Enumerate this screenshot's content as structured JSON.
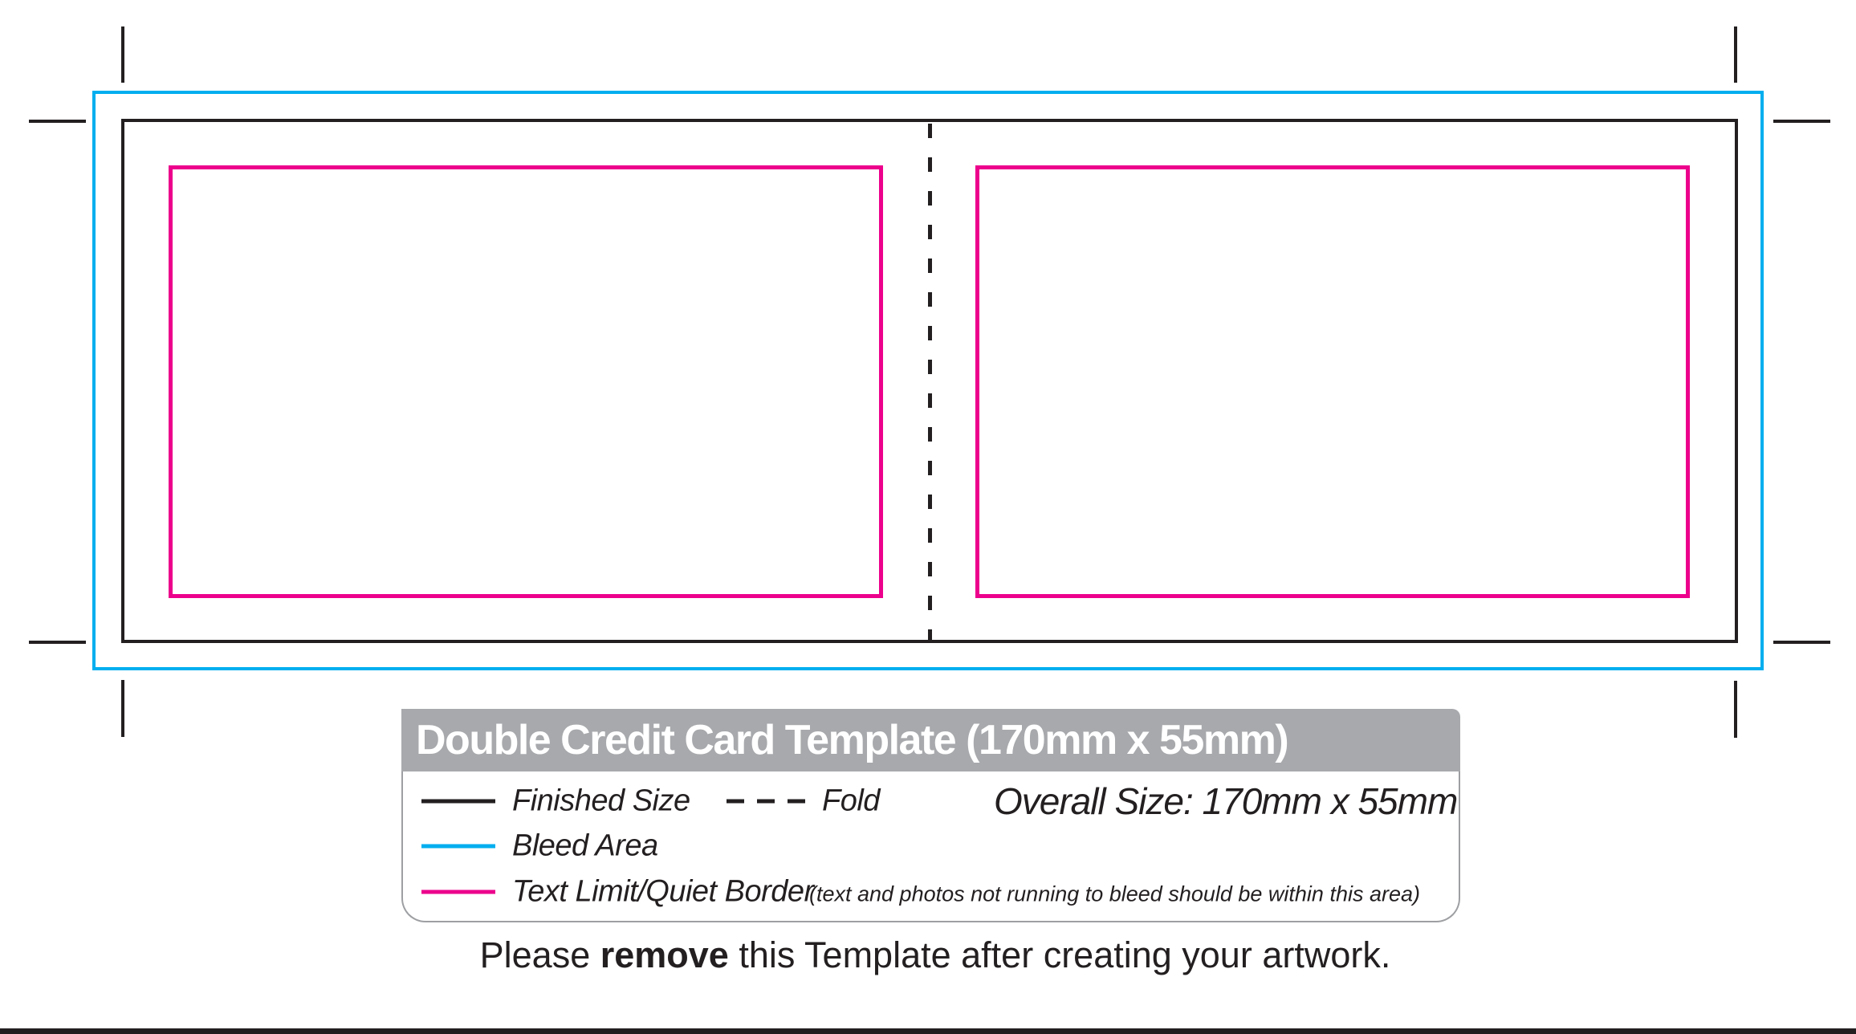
{
  "template": {
    "title": "Double Credit Card Template (170mm x 55mm)",
    "legend": {
      "finished_size": "Finished Size",
      "fold": "Fold",
      "overall_size": "Overall Size: 170mm x 55mm",
      "bleed_area": "Bleed Area",
      "text_limit": "Text Limit/Quiet Border",
      "text_limit_note": "(text and photos not running to bleed should be within this area)"
    },
    "footer": {
      "prefix": "Please ",
      "emphasis": "remove",
      "suffix": " this Template after creating your artwork."
    },
    "colors": {
      "finished_size_line": "#231F20",
      "bleed_line": "#00AEEF",
      "text_limit_line": "#EC008C",
      "fold_line": "#231F20",
      "header_background": "#A7A9AC",
      "header_text": "#FFFFFF",
      "body_text": "#231F20"
    }
  }
}
